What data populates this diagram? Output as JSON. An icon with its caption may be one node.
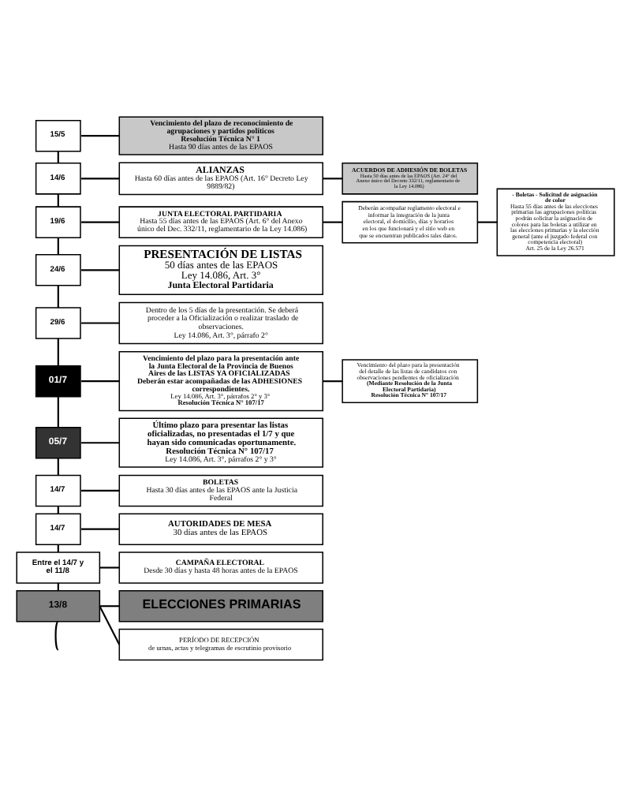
{
  "diagram": {
    "nodes": [
      {
        "text": [
          "15/5"
        ]
      },
      {
        "text": [
          "Vencimiento del plazo de reconocimiento de agrupaciones y partidos políticos",
          "Resolución Técnica N° 1",
          "Hasta 90 días antes de las EPAOS"
        ]
      },
      {
        "text": [
          "14/6"
        ]
      },
      {
        "text": [
          "ALIANZAS",
          "Hasta 60 días antes de las EPAOS (Art. 16° Decreto Ley 9889/82)"
        ]
      },
      {
        "text": [
          "ACUERDOS DE ADHESIÓN DE BOLETAS",
          "Hasta 50 días antes de las EPAOS (Art. 24° del Anexo único del Decreto 332/11, reglamentario de la Ley 14.086)"
        ]
      },
      {
        "text": [
          "19/6"
        ]
      },
      {
        "text": [
          "JUNTA ELECTORAL PARTIDARIA",
          "Hasta 55 días antes de las EPAOS (Art. 6° del Anexo único del Dec. 332/11, reglamentario de la Ley 14.086)"
        ]
      },
      {
        "text": [
          "Deberán acompañar reglamento electoral e informar la integración de la junta electoral, el domicilio, días y horarios en los que funcionará y el sitio web en que se encuentran publicados tales datos."
        ]
      },
      {
        "text": [
          "- Boletas - Solicitud de asignación de color",
          "Hasta 55 días antes de las elecciones primarias las agrupaciones políticas podrán solicitar la asignación de colores para las boletas a utilizar en las elecciones primarias y la elección general (ante el juzgado federal con competencia electoral)",
          "Art. 25 de la Ley 26.571"
        ]
      },
      {
        "text": [
          "24/6"
        ]
      },
      {
        "text": [
          "PRESENTACIÓN DE LISTAS",
          "50 días antes de las EPAOS",
          "Ley 14.086, Art. 3°",
          "Junta Electoral Partidaria"
        ]
      },
      {
        "text": [
          "29/6"
        ]
      },
      {
        "text": [
          "Dentro de los 5 días de la presentación. Se deberá proceder a la Oficialización o realizar traslado de observaciones.",
          "Ley 14.086, Art. 3°, párrafo 2°"
        ]
      },
      {
        "text": [
          "01/7"
        ]
      },
      {
        "text": [
          "Vencimiento del plazo para la presentación ante la Junta Electoral de la Provincia de Buenos Aires de las LISTAS YA OFICIALIZADAS",
          "Deberán estar acompañadas de las ADHESIONES correspondientes.",
          "Ley 14.086, Art. 3°, párrafos 2° y 3°",
          "Resolución Técnica N° 107/17"
        ]
      },
      {
        "text": [
          "Vencimiento del plazo para la presentación del detalle de las listas de candidatos con observaciones pendientes de oficialización",
          "(Mediante Resolución de la Junta Electoral Partidaria)",
          "Resolución Técnica N° 107/17"
        ]
      },
      {
        "text": [
          "05/7"
        ]
      },
      {
        "text": [
          "Último plazo para presentar las listas oficializadas, no presentadas el 1/7 y que hayan sido comunicadas oportunamente.",
          "Resolución Técnica N° 107/17",
          "Ley 14.086, Art. 3°, párrafos 2° y 3°"
        ]
      },
      {
        "text": [
          "14/7"
        ]
      },
      {
        "text": [
          "BOLETAS",
          "Hasta 30 días antes de las EPAOS ante la Justicia Federal"
        ]
      },
      {
        "text": [
          "14/7"
        ]
      },
      {
        "text": [
          "AUTORIDADES DE MESA",
          "30 días antes de las EPAOS"
        ]
      },
      {
        "text": [
          "Entre el 14/7 y el 11/8"
        ]
      },
      {
        "text": [
          "CAMPAÑA ELECTORAL",
          "Desde 30 días y hasta 48 horas antes de la EPAOS"
        ]
      },
      {
        "text": [
          "13/8"
        ]
      },
      {
        "text": [
          "ELECCIONES PRIMARIAS"
        ]
      },
      {
        "text": [
          "PERÍODO DE RECEPCIÓN",
          "de urnas, actas y telegramas de escrutinio provisorio"
        ]
      }
    ],
    "edges": [
      {
        "from": 0,
        "to": 2,
        "arrow": "none"
      },
      {
        "from": 2,
        "to": 5,
        "arrow": "none"
      },
      {
        "from": 5,
        "to": 9,
        "arrow": "none"
      },
      {
        "from": 9,
        "to": 11,
        "arrow": "none"
      },
      {
        "from": 11,
        "to": 13,
        "arrow": "none"
      },
      {
        "from": 13,
        "to": 16,
        "arrow": "none"
      },
      {
        "from": 16,
        "to": 18,
        "arrow": "none"
      },
      {
        "from": 18,
        "to": 20,
        "arrow": "none"
      },
      {
        "from": 20,
        "to": 22,
        "arrow": "none"
      },
      {
        "from": 22,
        "to": 24,
        "arrow": "none"
      },
      {
        "from": 24,
        "to": null,
        "arrow": "none"
      },
      {
        "from": 0,
        "to": 1,
        "arrow": "none"
      },
      {
        "from": 2,
        "to": 3,
        "arrow": "none"
      },
      {
        "from": 3,
        "to": 4,
        "arrow": "none"
      },
      {
        "from": 5,
        "to": 6,
        "arrow": "none"
      },
      {
        "from": 6,
        "to": 7,
        "arrow": "none"
      },
      {
        "from": 7,
        "to": 8,
        "arrow": "none"
      },
      {
        "from": 9,
        "to": 10,
        "arrow": "none"
      },
      {
        "from": 11,
        "to": 12,
        "arrow": "none"
      },
      {
        "from": 13,
        "to": 14,
        "arrow": "none"
      },
      {
        "from": 14,
        "to": 15,
        "arrow": "none"
      },
      {
        "from": 16,
        "to": 17,
        "arrow": "none"
      },
      {
        "from": 18,
        "to": 19,
        "arrow": "none"
      },
      {
        "from": 20,
        "to": 21,
        "arrow": "none"
      },
      {
        "from": 22,
        "to": 23,
        "arrow": "none"
      },
      {
        "from": 24,
        "to": 25,
        "arrow": "none"
      },
      {
        "from": 24,
        "to": 26,
        "arrow": "none"
      }
    ]
  }
}
